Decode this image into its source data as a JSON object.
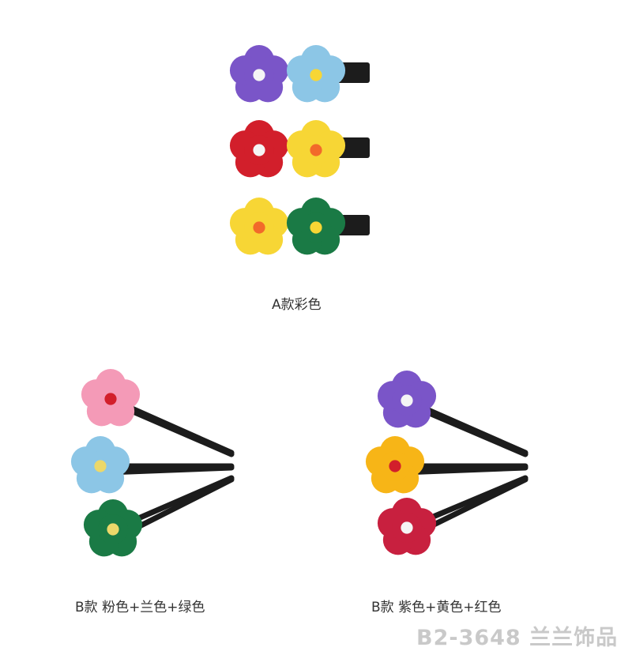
{
  "captions": {
    "a_style": "A款彩色",
    "b_style_left": "B款 粉色+兰色+绿色",
    "b_style_right": "B款 紫色+黄色+红色"
  },
  "watermark": "B2-3648 兰兰饰品",
  "colors": {
    "purple": "#7a55c8",
    "light_blue": "#8cc6e6",
    "red": "#d21f2b",
    "yellow": "#f7d635",
    "green": "#1a7a45",
    "pink": "#f49ab7",
    "crimson": "#c8203f",
    "orange_yellow": "#f7b517",
    "white": "#f5f5f5",
    "orange": "#f26a2a",
    "pale_yellow": "#ecd86a",
    "clip_black": "#1c1c1c"
  },
  "products": {
    "a_clips": [
      [
        "purple",
        "white",
        "light_blue",
        "yellow"
      ],
      [
        "red",
        "white",
        "yellow",
        "orange"
      ],
      [
        "yellow",
        "orange",
        "green",
        "yellow"
      ]
    ],
    "b_left_pins": [
      [
        "pink",
        "red"
      ],
      [
        "light_blue",
        "pale_yellow"
      ],
      [
        "green",
        "pale_yellow"
      ]
    ],
    "b_right_pins": [
      [
        "purple",
        "white"
      ],
      [
        "orange_yellow",
        "red"
      ],
      [
        "crimson",
        "white"
      ]
    ]
  }
}
